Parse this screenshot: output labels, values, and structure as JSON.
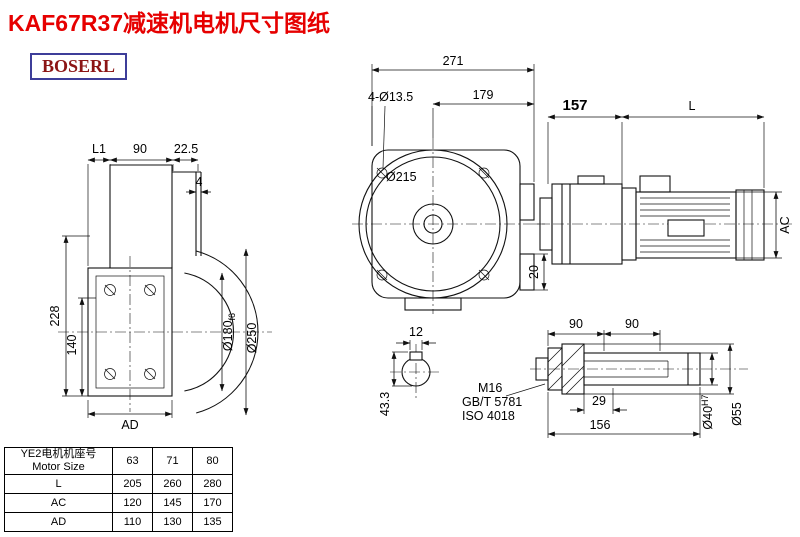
{
  "page": {
    "title": "KAF67R37减速机电机尺寸图纸",
    "logo": "BOSERL"
  },
  "colors": {
    "title": "#e60000",
    "logo_border": "#3d3d99",
    "logo_text": "#8c1515",
    "line": "#111111"
  },
  "front_view": {
    "dim_271": "271",
    "dim_179": "179",
    "dim_holes": "4-Ø13.5",
    "dim_flange": "Ø215",
    "dim_20": "20"
  },
  "side_view": {
    "dim_157": "157",
    "dim_L": "L",
    "dim_AC": "AC"
  },
  "output_view": {
    "dim_L1": "L1",
    "dim_90": "90",
    "dim_22_5": "22.5",
    "dim_4": "4",
    "dim_228": "228",
    "dim_140": "140",
    "dim_AD": "AD",
    "dim_180_main": "Ø180",
    "dim_180_tol": "f6",
    "dim_250": "Ø250"
  },
  "bore_view": {
    "dim_12": "12",
    "dim_43_3": "43.3"
  },
  "shaft_view": {
    "dim_90a": "90",
    "dim_90b": "90",
    "label_m16": "M16",
    "label_gbt": "GB/T 5781",
    "label_iso": "ISO 4018",
    "dim_29": "29",
    "dim_156": "156",
    "dim_40_main": "Ø40",
    "dim_40_tol": "H7",
    "dim_55": "Ø55"
  },
  "table": {
    "header_cn": "YE2电机机座号",
    "header_en": "Motor Size",
    "sizes": [
      "63",
      "71",
      "80"
    ],
    "rows": [
      {
        "label": "L",
        "values": [
          "205",
          "260",
          "280"
        ]
      },
      {
        "label": "AC",
        "values": [
          "120",
          "145",
          "170"
        ]
      },
      {
        "label": "AD",
        "values": [
          "110",
          "130",
          "135"
        ]
      }
    ]
  }
}
